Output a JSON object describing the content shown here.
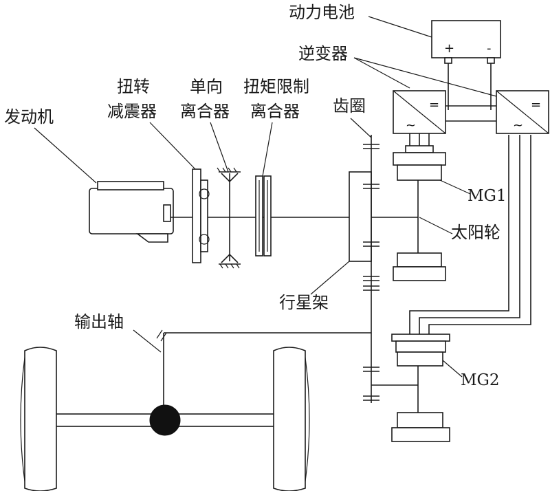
{
  "labels": {
    "battery": "动力电池",
    "battery_plus": "+",
    "battery_minus": "-",
    "inverter": "逆变器",
    "engine": "发动机",
    "torsional_damper_line1": "扭转",
    "torsional_damper_line2": "减震器",
    "one_way_clutch_line1": "单向",
    "one_way_clutch_line2": "离合器",
    "torque_limit_clutch_line1": "扭矩限制",
    "torque_limit_clutch_line2": "离合器",
    "ring_gear": "齿圈",
    "mg1": "MG1",
    "sun_gear": "太阳轮",
    "planet_carrier": "行星架",
    "output_shaft": "输出轴",
    "mg2": "MG2",
    "dc_symbol": "=",
    "ac_symbol": "~"
  }
}
